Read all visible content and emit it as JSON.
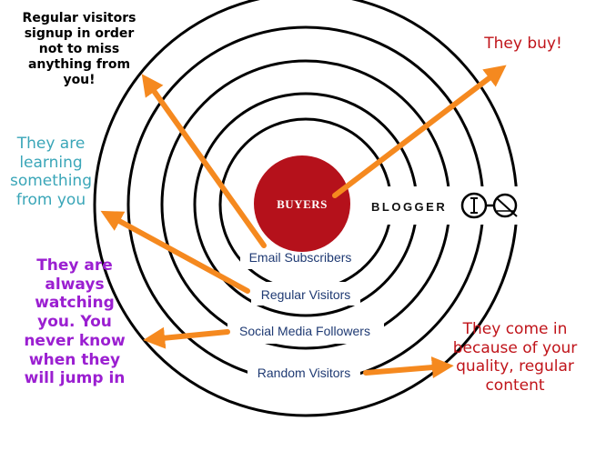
{
  "center": {
    "label": "BUYERS",
    "fill": "#b5111b"
  },
  "rings": {
    "email": "Email Subscribers",
    "regular": "Regular Visitors",
    "social": "Social Media Followers",
    "random": "Random Visitors"
  },
  "logo": {
    "text": "BLOGGER",
    "icon": "magnifier-glasses-icon"
  },
  "notes": {
    "regular_visitors": "Regular visitors signup in order not to miss anything from you!",
    "learning": "They are learning something from you",
    "watching": "They are always watching you. You never know when they will jump in",
    "buy": "They buy!",
    "quality": "They come in because of your quality, regular content"
  },
  "colors": {
    "arrow": "#f5891f",
    "ring": "#000000",
    "ring_label": "#1f3a73",
    "learning": "#3aa6b8",
    "watching": "#9b1fd1",
    "buy": "#c0141a"
  }
}
